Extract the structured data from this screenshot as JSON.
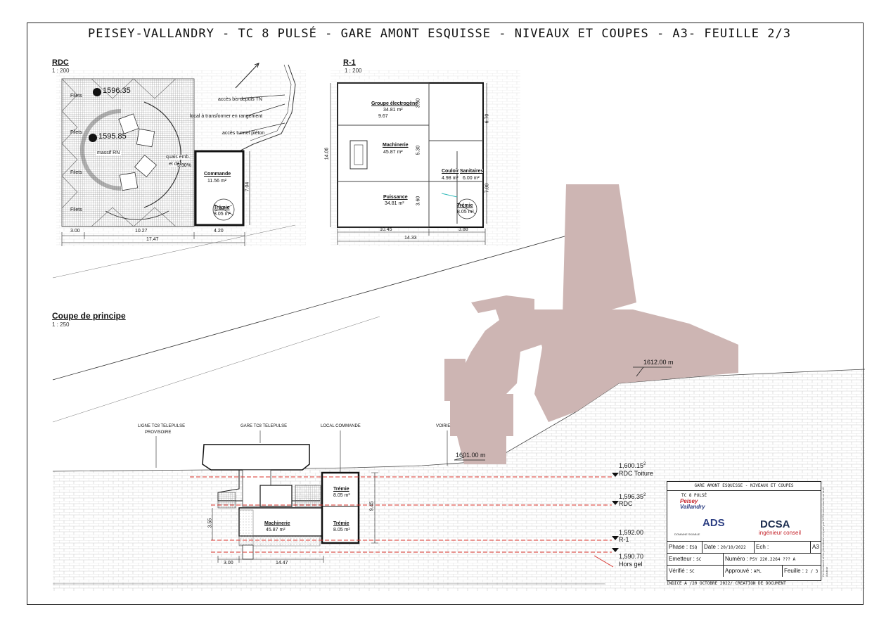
{
  "sheet": {
    "title": "PEISEY-VALLANDRY - TC 8 PULSÉ - GARE AMONT ESQUISSE - NIVEAUX ET COUPES - A3- FEUILLE 2/3"
  },
  "rdc": {
    "title": "RDC",
    "scale": "1 : 200",
    "elevation_top": "1596.35",
    "elevation_bottom": "1595.85",
    "labels": {
      "filets": "Filets",
      "massif": "massif RN",
      "quais": "quais emb.",
      "quais2": "et déb.",
      "quais_pct": "3.30%",
      "acces_bis": "accès bis depuis TN",
      "local": "local à transformer en rangement",
      "acces_tunnel": "accès tunnel piéton"
    },
    "rooms": {
      "commande": "Commande",
      "commande_area": "11.56 m²",
      "tremie": "Trémie",
      "tremie_area": "8.05 m²"
    },
    "dims": {
      "d1": "3.00",
      "d2": "10.27",
      "d3": "4.20",
      "d4": "17.47",
      "d5": "7.04"
    }
  },
  "r1": {
    "title": "R-1",
    "scale": "1 : 200",
    "rooms": {
      "groupe": "Groupe électrogène",
      "groupe_area": "34.81 m²",
      "machinerie": "Machinerie",
      "machinerie_area": "45.87 m²",
      "puissance": "Puissance",
      "puissance_area": "34.81 m²",
      "couloir": "Couloir",
      "couloir_area": "4.98 m²",
      "sanitaires": "Sanitaires",
      "sanitaires_area": "6.00 m²",
      "tremie": "Trémie",
      "tremie_area": "8.05 m²"
    },
    "dims": {
      "d1": "3.60",
      "d2": "9.67",
      "d3": "5.30",
      "d4": "3.60",
      "d5": "14.06",
      "d6": "6.70",
      "d7": "7.00",
      "d8": "10.45",
      "d9": "3.88",
      "d10": "14.33"
    }
  },
  "section": {
    "title": "Coupe de principe",
    "scale": "1 : 250",
    "elev_1612": "1612.00 m",
    "elev_1601": "1601.00 m",
    "labels": {
      "ligne": "LIGNE TC8 TELEPULSE",
      "ligne2": "PROVISOIRE",
      "gare": "GARE TC8 TELEPULSE",
      "local": "LOCAL COMMANDE",
      "voirie": "VOIRIE"
    },
    "rooms": {
      "tremie1": "Trémie",
      "tremie1_area": "8.05 m²",
      "machinerie": "Machinerie",
      "machinerie_area": "45.87 m²",
      "tremie2": "Trémie",
      "tremie2_area": "8.05 m²"
    },
    "dims": {
      "d1": "3.00",
      "d2": "14.47",
      "d3": "3.55",
      "d4": "9.45"
    },
    "levels": [
      {
        "value": "1,600.15",
        "sup": "2",
        "name": "RDC Toiture"
      },
      {
        "value": "1,596.35",
        "sup": "2",
        "name": "RDC"
      },
      {
        "value": "1,592.00",
        "sup": "",
        "name": "R-1"
      },
      {
        "value": "1,590.70",
        "sup": "",
        "name": "Hors gel"
      }
    ]
  },
  "titleblock": {
    "head": "GARE AMONT ESQUISSE - NIVEAUX ET COUPES",
    "project": "TC 8 PULSÉ",
    "logo1_a": "Peisey",
    "logo1_b": "Vallandry",
    "logo2": "ADS",
    "logo2_sub": "DOMAINE SKIABLE",
    "logo3": "DCSA",
    "logo3_sub": "ingénieur conseil",
    "phase_label": "Phase : ",
    "phase": "ESQ",
    "date_label": "Date : ",
    "date": "20/10/2022",
    "ech_label": "Ech :",
    "format": "A3",
    "emetteur_label": "Emetteur : ",
    "emetteur": "SC",
    "numero_label": "Numéro : ",
    "numero": "PSY 220.2264 ??? A",
    "verifie_label": "Vérifié : ",
    "verifie": "SC",
    "approuve_label": "Approuvé : ",
    "approuve": "APL",
    "feuille_label": "Feuille : ",
    "feuille": "2 / 3",
    "footer": "INDICE A /20 OCTOBRE 2022/ CRÉATION DE DOCUMENT",
    "sidenote": "Ce document et les prestations conçues par DCSA sont soumis au droit d'auteur"
  },
  "colors": {
    "silhouette": "#cdb5b3",
    "red_line": "#d9302a",
    "yellow": "#ffff00",
    "hatch": "#bdbdbd"
  }
}
